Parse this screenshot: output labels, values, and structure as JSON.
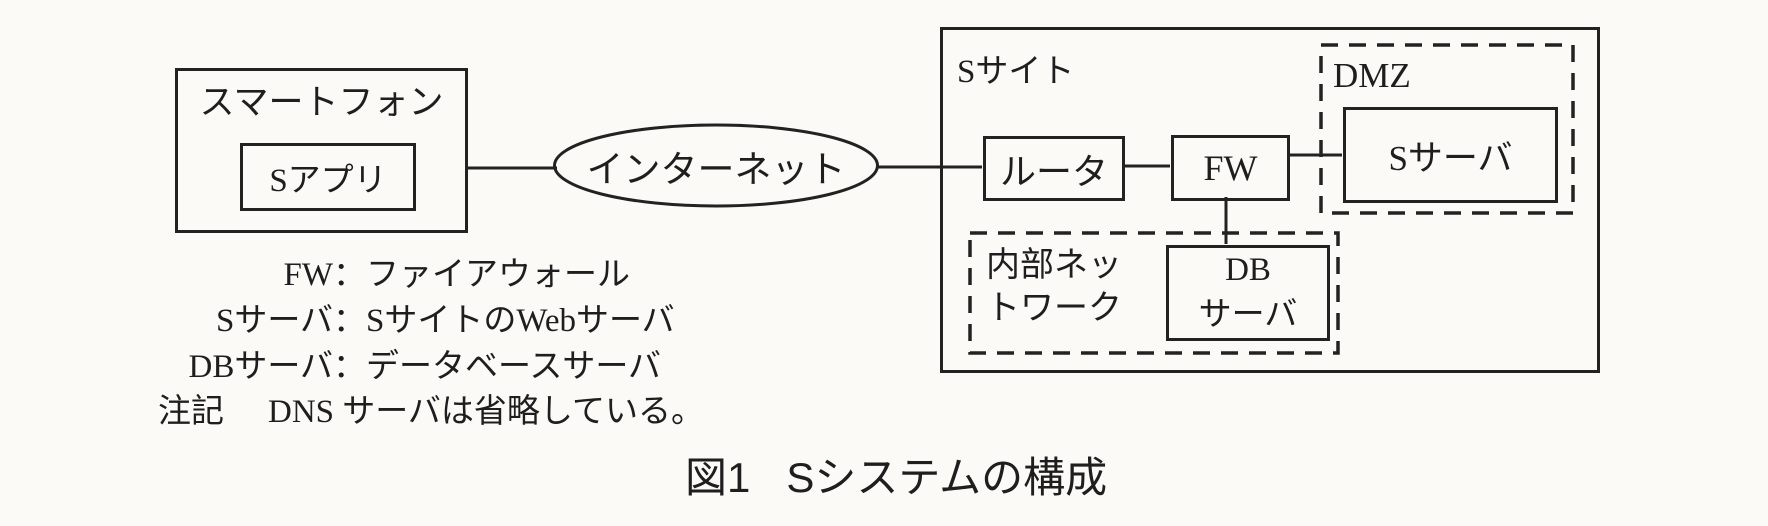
{
  "colors": {
    "paper": "#fbfaf7",
    "ink": "#222220"
  },
  "nodes": {
    "smartphone": {
      "label": "スマートフォン"
    },
    "s_app": {
      "label": "Sアプリ"
    },
    "internet": {
      "label": "インターネット"
    },
    "s_site": {
      "label": "Sサイト"
    },
    "router": {
      "label": "ルータ"
    },
    "firewall": {
      "label": "FW"
    },
    "dmz": {
      "label": "DMZ"
    },
    "s_server": {
      "label": "Sサーバ"
    },
    "internal_network": {
      "label_line1": "内部ネッ",
      "label_line2": "トワーク"
    },
    "db_server": {
      "label_line1": "DB",
      "label_line2": "サーバ"
    }
  },
  "legend": {
    "items": [
      {
        "term": "FW",
        "separator": "：",
        "definition": "ファイアウォール"
      },
      {
        "term": "Sサーバ",
        "separator": "：",
        "definition": "SサイトのWebサーバ"
      },
      {
        "term": "DBサーバ",
        "separator": "：",
        "definition": "データベースサーバ"
      }
    ],
    "note": {
      "label": "注記",
      "text": "DNS サーバは省略している。"
    }
  },
  "caption": {
    "figure_number": "図1",
    "title": "Sシステムの構成"
  }
}
